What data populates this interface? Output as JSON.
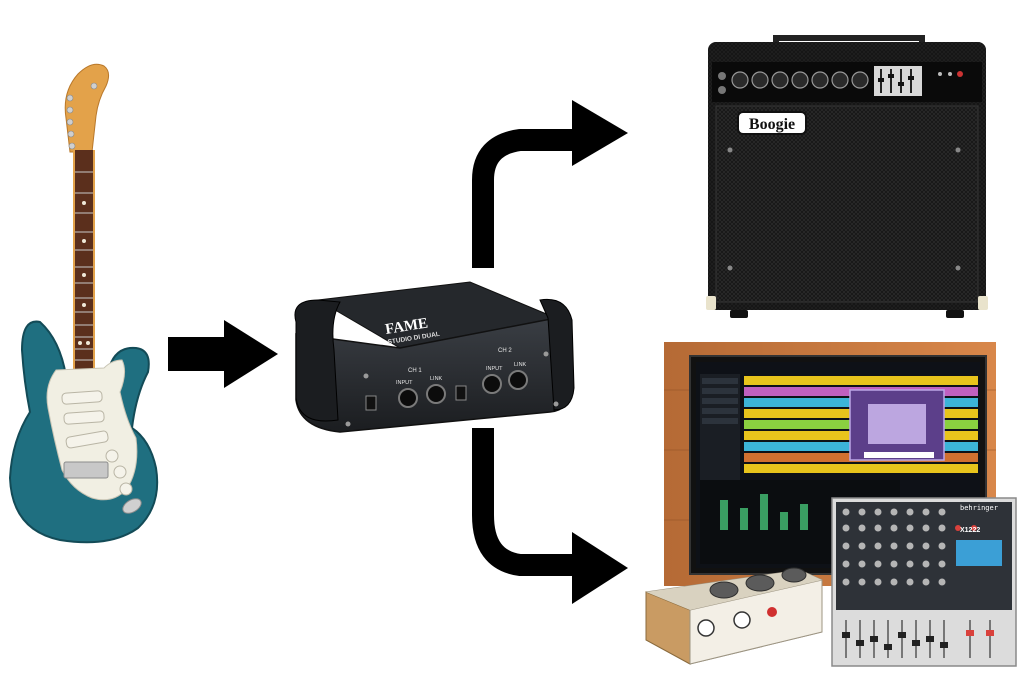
{
  "nodes": {
    "guitar": {
      "icon": "electric-guitar-icon",
      "body_color": "#1f6f80",
      "neck_color": "#e3a24a"
    },
    "di_box": {
      "icon": "di-box-icon",
      "brand": "FAME",
      "model": "STUDIO DI DUAL",
      "ch1": "CH 1",
      "ch2": "CH 2",
      "input": "INPUT",
      "link": "LINK"
    },
    "amp": {
      "icon": "guitar-amplifier-icon",
      "brand": "Boogie"
    },
    "recording": {
      "icon": "recording-setup-icon",
      "mixer_brand": "behringer",
      "mixer_model": "X1222"
    }
  },
  "arrows": [
    {
      "from": "guitar",
      "to": "di_box"
    },
    {
      "from": "di_box",
      "to": "amp"
    },
    {
      "from": "di_box",
      "to": "recording"
    }
  ],
  "colors": {
    "arrow": "#000000",
    "guitar_body": "#1f6f80",
    "pickguard": "#f1efe3",
    "di_body": "#2a2d31"
  }
}
